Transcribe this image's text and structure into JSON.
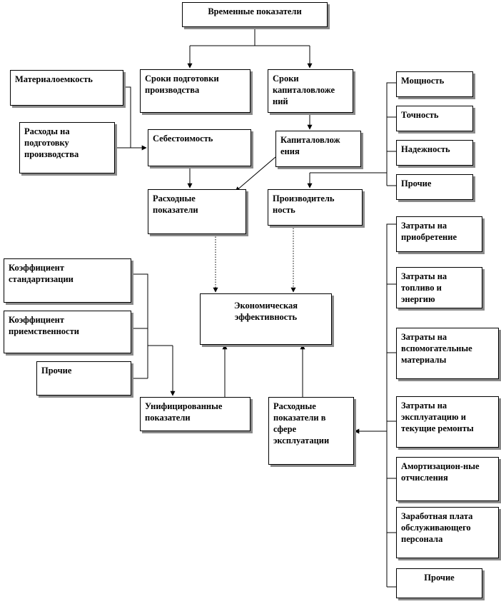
{
  "colors": {
    "line": "#000000",
    "shadow": "#8a8a8a",
    "background": "#ffffff"
  },
  "boxes": {
    "time": "Временные показатели",
    "material": "Материалоемкость",
    "prep_costs": "Расходы на подготовку производства",
    "prep_terms": "Сроки подготовки производства",
    "capex_terms": "Сроки капиталовложе ний",
    "power": "Мощность",
    "accuracy": "Точность",
    "reliability": "Надежность",
    "other_tech": "Прочие",
    "cost": "Себестоимость",
    "capex": "Капиталовлож ения",
    "expense": "Расходные показатели",
    "productivity": "Производитель ность",
    "acq": "Затраты на приобретение",
    "fuel": "Затраты на топливо и энергию",
    "aux": "Затраты на вспомогательные материалы",
    "maint": "Затраты на эксплуатацию и текущие ремонты",
    "amort": "Амортизацион-ные отчисления",
    "wage": "Заработная плата обслуживающего персонала",
    "other_exp": "Прочие",
    "std": "Коэффициент стандартизации",
    "cont": "Коэффициент приемственности",
    "other_unif": "Прочие",
    "econ": "Экономическая эффективность",
    "unif": "Унифицированные показатели",
    "opex": "Расходные показатели в сфере эксплуатации"
  }
}
